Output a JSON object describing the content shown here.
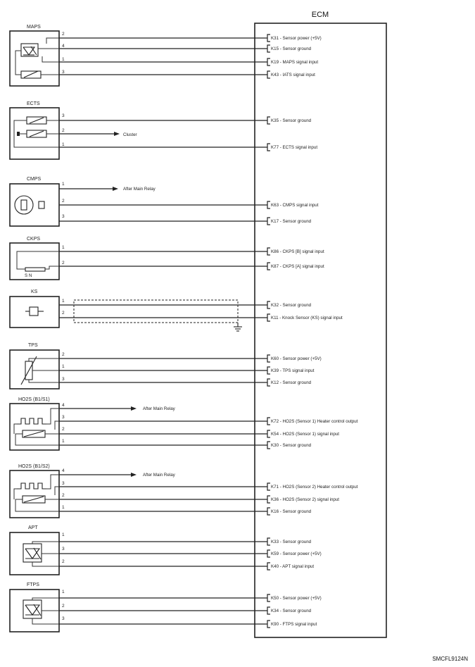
{
  "ecm_title": "ECM",
  "figure_code": "SMCFL9124N",
  "sensors": {
    "maps": "MAPS",
    "ects": "ECTS",
    "cmps": "CMPS",
    "ckps": "CKPS",
    "ks": "KS",
    "tps": "TPS",
    "ho2s_b1s1": "HO2S (B1/S1)",
    "ho2s_b1s2": "HO2S (B1/S2)",
    "apt": "APT",
    "ftps": "FTPS"
  },
  "pins": {
    "maps": [
      "2",
      "4",
      "1",
      "3"
    ],
    "ects": [
      "3",
      "2",
      "1"
    ],
    "cmps": [
      "1",
      "2",
      "3"
    ],
    "ckps": [
      "1",
      "2"
    ],
    "ks": [
      "1",
      "2"
    ],
    "tps": [
      "2",
      "1",
      "3"
    ],
    "ho2s1": [
      "4",
      "3",
      "2",
      "1"
    ],
    "ho2s2": [
      "4",
      "3",
      "2",
      "1"
    ],
    "apt": [
      "1",
      "3",
      "2"
    ],
    "ftps": [
      "1",
      "2",
      "3"
    ]
  },
  "external_labels": {
    "cluster": "Cluster",
    "after_main_relay_cmps": "After Main Relay",
    "after_main_relay_ho2s1": "After Main Relay",
    "after_main_relay_ho2s2": "After Main Relay",
    "ckps_terminals": "S  N"
  },
  "ecm_terminals": {
    "maps": [
      "K31 - Sensor power (+5V)",
      "K15 - Sensor ground",
      "K19 - MAPS signal input",
      "K43 - IATS signal input"
    ],
    "ects": [
      "K35 - Sensor ground",
      "K77 - ECTS signal input"
    ],
    "cmps": [
      "K63 - CMPS signal input",
      "K17 - Sensor ground"
    ],
    "ckps": [
      "K86 - CKPS [B] signal input",
      "K87 - CKPS [A] signal input"
    ],
    "ks": [
      "K32 - Sensor ground",
      "K11 - Knock Sensor (KS) signal input"
    ],
    "tps": [
      "K60 - Sensor power (+5V)",
      "K39 - TPS signal input",
      "K12 - Sensor ground"
    ],
    "ho2s1": [
      "K72 - HO2S (Sensor 1) Heater control output",
      "K54 - HO2S (Sensor 1) signal input",
      "K30 - Sensor ground"
    ],
    "ho2s2": [
      "K71 - HO2S (Sensor 2) Heater control output",
      "K36 - HO2S (Sensor 2) signal input",
      "K16 - Sensor ground"
    ],
    "apt": [
      "K33 - Sensor ground",
      "K59 - Sensor power (+5V)",
      "K40 - APT signal input"
    ],
    "ftps": [
      "K50 - Sensor power (+5V)",
      "K34 - Sensor ground",
      "K90 - FTPS signal input"
    ]
  }
}
